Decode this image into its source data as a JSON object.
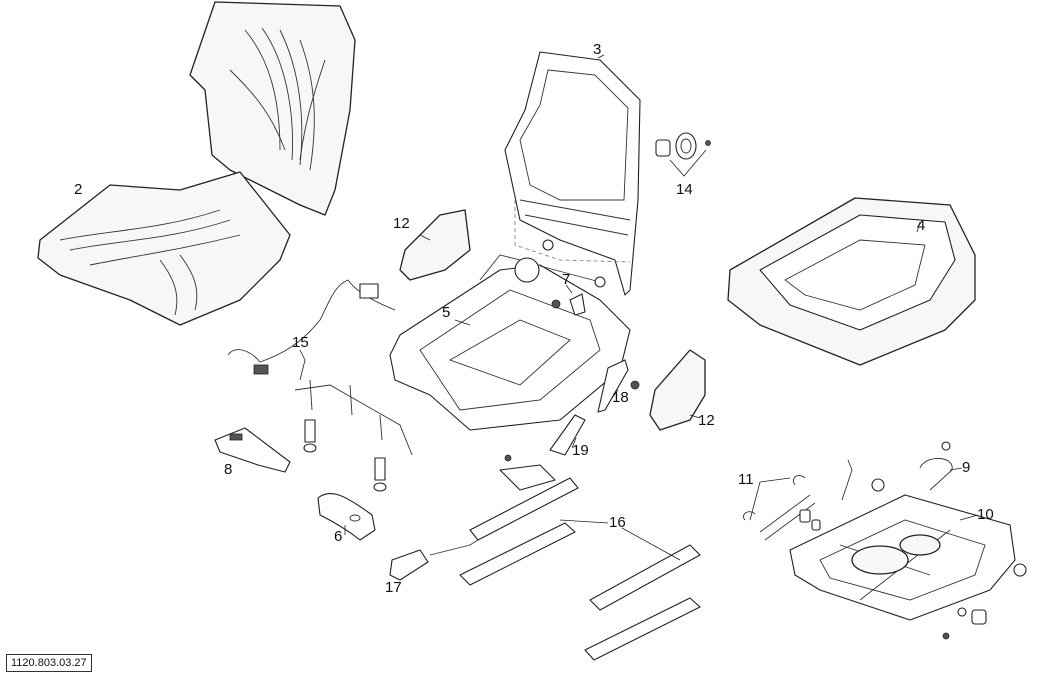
{
  "drawing": {
    "reference": "1120.803.03.27",
    "callouts": [
      {
        "id": "c2",
        "text": "2"
      },
      {
        "id": "c3",
        "text": "3"
      },
      {
        "id": "c4",
        "text": "4"
      },
      {
        "id": "c5",
        "text": "5"
      },
      {
        "id": "c6",
        "text": "6"
      },
      {
        "id": "c7",
        "text": "7"
      },
      {
        "id": "c8",
        "text": "8"
      },
      {
        "id": "c9",
        "text": "9"
      },
      {
        "id": "c10",
        "text": "10"
      },
      {
        "id": "c11",
        "text": "11"
      },
      {
        "id": "c12a",
        "text": "12"
      },
      {
        "id": "c12b",
        "text": "12"
      },
      {
        "id": "c14",
        "text": "14"
      },
      {
        "id": "c15",
        "text": "15"
      },
      {
        "id": "c16",
        "text": "16"
      },
      {
        "id": "c17",
        "text": "17"
      },
      {
        "id": "c18",
        "text": "18"
      },
      {
        "id": "c19",
        "text": "19"
      }
    ]
  }
}
